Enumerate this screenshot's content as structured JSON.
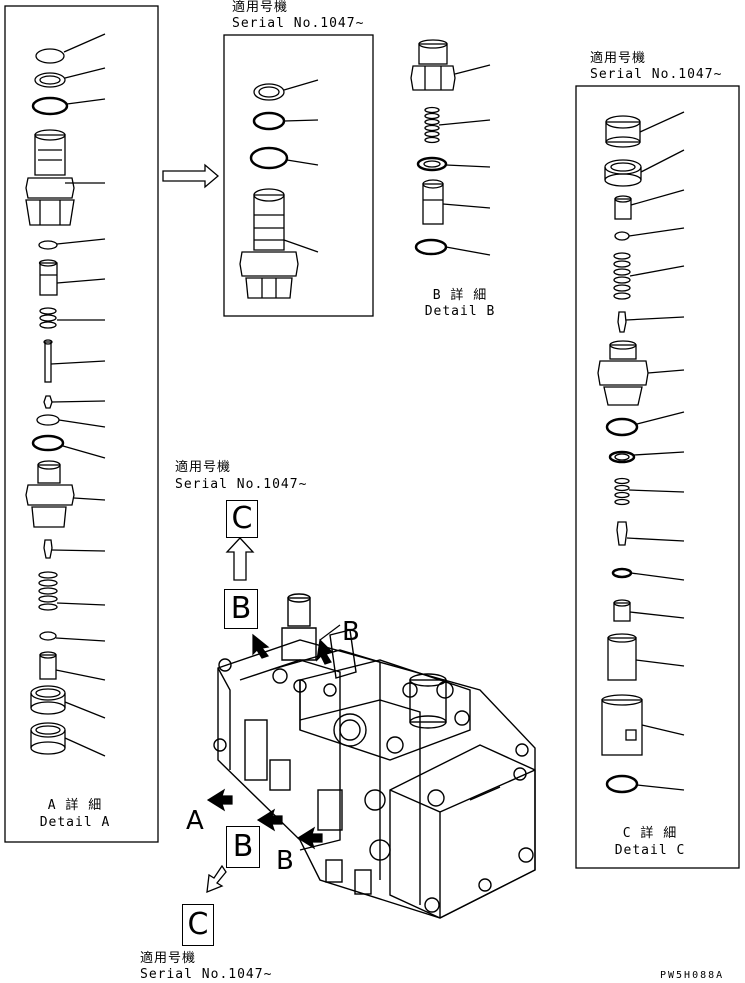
{
  "applicability_label": "適用号機",
  "serial_label": "Serial No.1047~",
  "detail_a": {
    "title_jp": "A 詳 細",
    "title_en": "Detail A"
  },
  "detail_b": {
    "title_jp": "B 詳 細",
    "title_en": "Detail B",
    "callout": "B"
  },
  "detail_c": {
    "title_jp": "C 詳 細",
    "title_en": "Detail C"
  },
  "view_labels": {
    "a": "A",
    "b": "B",
    "c": "C"
  },
  "drawing_code": "PW5H088A"
}
